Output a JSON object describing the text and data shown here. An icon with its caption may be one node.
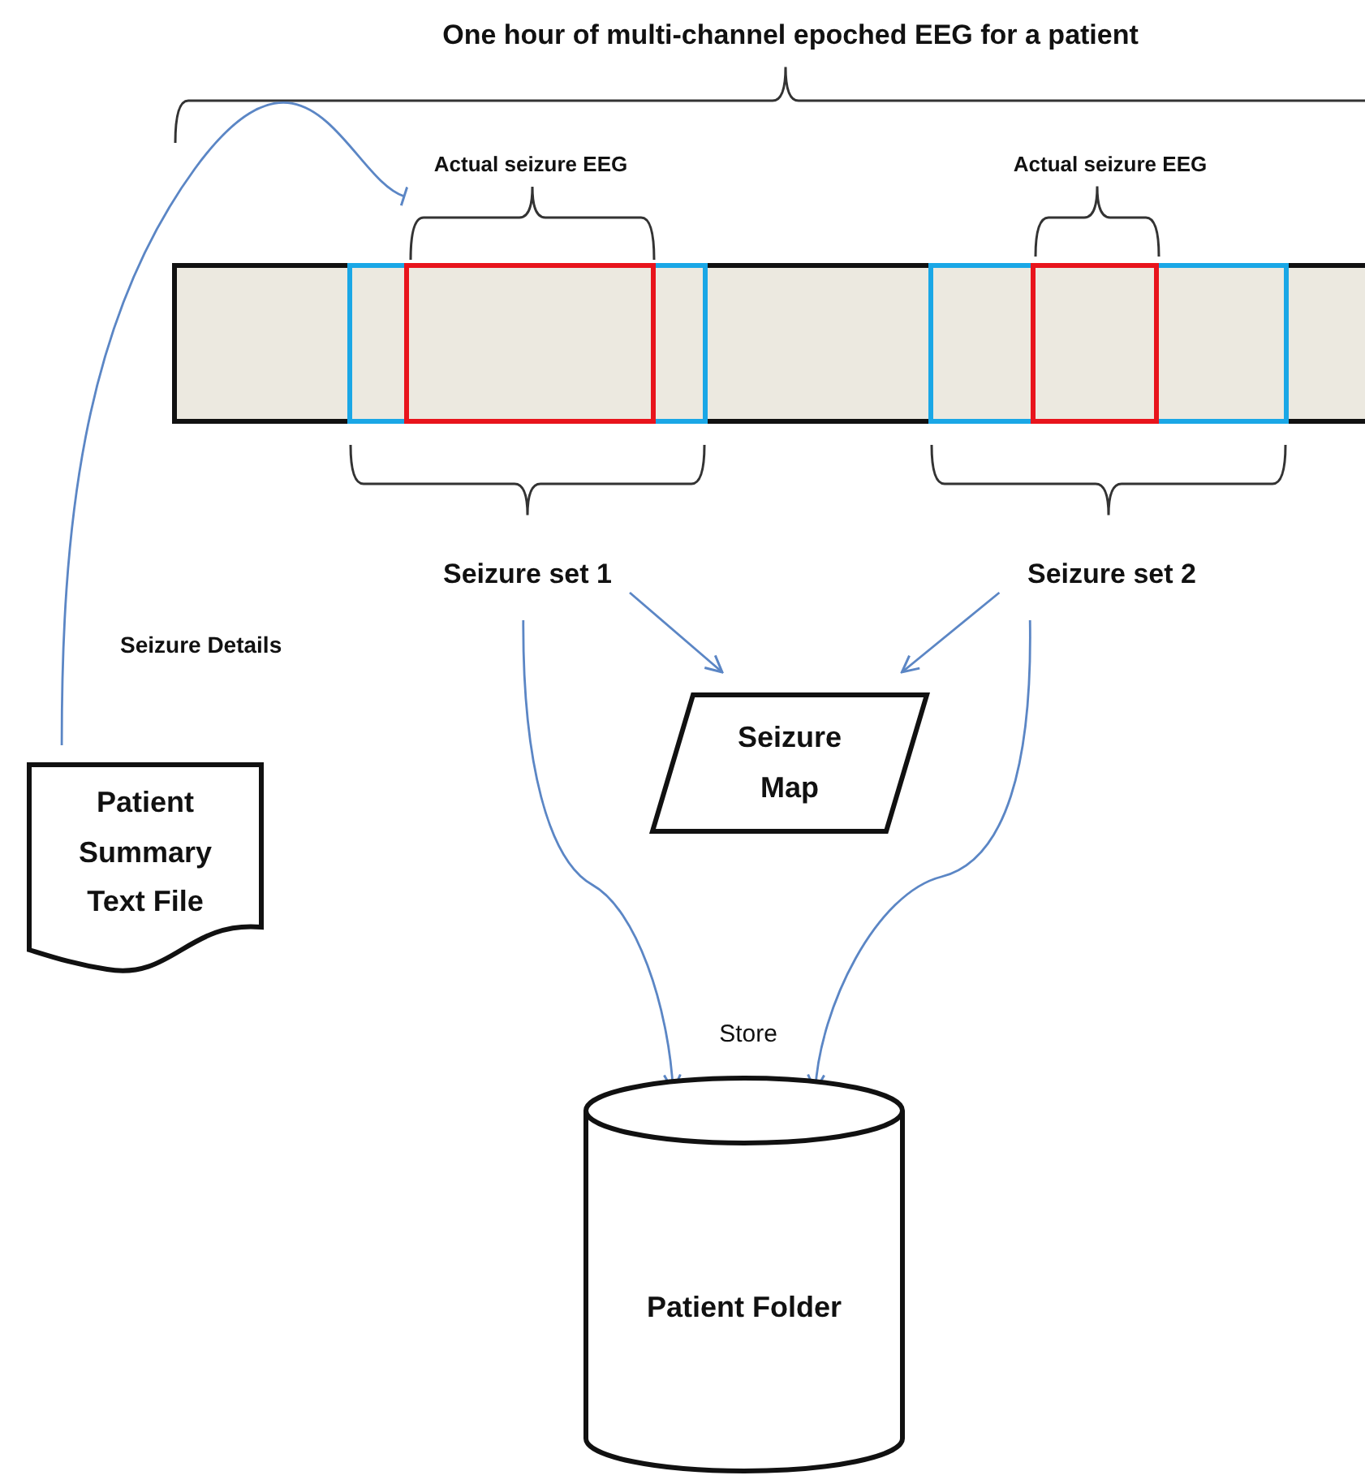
{
  "diagram": {
    "nodes": [
      {
        "text": [],
        "shape": "bar"
      },
      {
        "text": [],
        "shape": "box",
        "in": 0
      },
      {
        "text": [],
        "shape": "box",
        "in": 1
      },
      {
        "text": [],
        "shape": "box",
        "in": 0
      },
      {
        "text": [],
        "shape": "box",
        "in": 3
      },
      {
        "text": [
          "Seizure set 1"
        ]
      },
      {
        "text": [
          "Seizure set 2"
        ]
      },
      {
        "text": [
          "Seizure Map"
        ]
      },
      {
        "text": [
          "Patient Summary Text File"
        ]
      },
      {
        "text": [
          "Patient Folder"
        ]
      },
      {
        "text": [],
        "shape": "bracket"
      }
    ],
    "edges": [
      {
        "from": 5,
        "to": 7,
        "arrow": "to"
      },
      {
        "from": 6,
        "to": 7,
        "arrow": "to"
      },
      {
        "from": 5,
        "to": 9,
        "arrow": "to"
      },
      {
        "from": 6,
        "to": 9,
        "arrow": "to"
      },
      {
        "from": 8,
        "to": 10,
        "arrow": "other",
        "label": "Seizure Details"
      }
    ],
    "labels": [
      "One hour of multi-channel epoched EEG for a patient",
      "Actual seizure EEG",
      "Actual seizure EEG",
      "Store"
    ]
  }
}
